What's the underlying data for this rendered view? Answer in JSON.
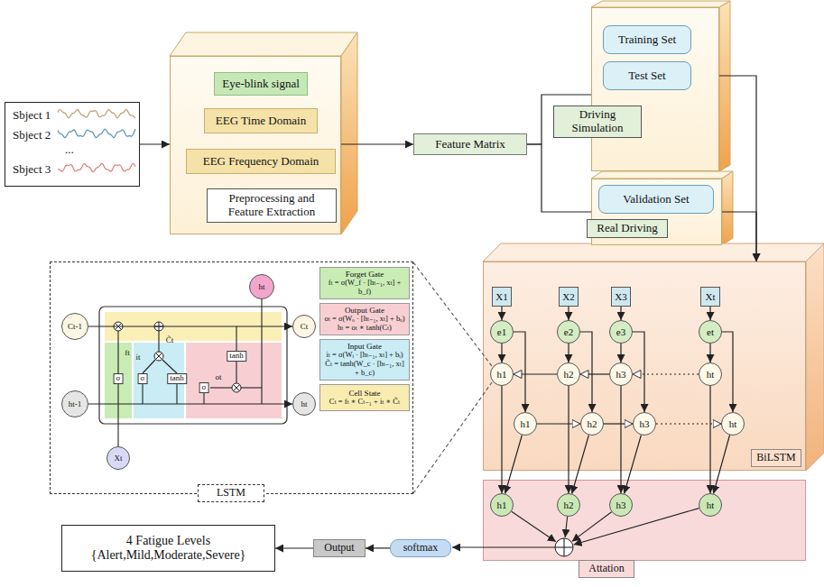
{
  "diagram": {
    "nodes": [
      {
        "text": [
          "Sbject 1",
          "Sbject 2",
          "...",
          "Sbject 3"
        ]
      },
      {
        "text": [
          "Preprocessing and Feature Extraction"
        ]
      },
      {
        "text": [
          "Eye-blink signal"
        ],
        "in": 1
      },
      {
        "text": [
          "EEG Time Domain"
        ],
        "in": 1
      },
      {
        "text": [
          "EEG Frequency Domain"
        ],
        "in": 1
      },
      {
        "text": [
          "Feature Matrix"
        ]
      },
      {
        "text": [
          "Driving Simulation"
        ]
      },
      {
        "text": [
          "Training Set"
        ],
        "in": 6
      },
      {
        "text": [
          "Test Set"
        ],
        "in": 6
      },
      {
        "text": [
          "Real Driving"
        ]
      },
      {
        "text": [
          "Validation Set"
        ],
        "in": 9
      },
      {
        "text": [
          "LSTM"
        ]
      },
      {
        "text": [
          "Ct-1"
        ],
        "in": 11
      },
      {
        "text": [
          "ht-1"
        ],
        "in": 11
      },
      {
        "text": [
          "Xt"
        ],
        "in": 11
      },
      {
        "text": [
          "ht"
        ],
        "in": 11
      },
      {
        "text": [
          "Ct"
        ],
        "in": 11
      },
      {
        "text": [
          "ht"
        ],
        "in": 11
      },
      {
        "text": [
          "Forget Gate",
          "fₜ = σ(W_f · [hₜ₋₁, xₜ] + b_f)"
        ],
        "in": 11
      },
      {
        "text": [
          "Output Gate",
          "oₜ = σ(Wₒ · [hₜ₋₁, xₜ] + bₒ)",
          "hₜ = oₜ ∗ tanh(Cₜ)"
        ],
        "in": 11
      },
      {
        "text": [
          "Input Gate",
          "iₜ = σ(Wᵢ · [hₜ₋₁, xₜ] + bᵢ)",
          "C̃ₜ = tanh(W_c · [hₜ₋₁, xₜ] + b_c)"
        ],
        "in": 11
      },
      {
        "text": [
          "Cell State",
          "Cₜ = fₜ ∗ Cₜ₋₁ + iₜ ∗ C̃ₜ"
        ],
        "in": 11
      },
      {
        "text": [
          "BiLSTM"
        ]
      },
      {
        "text": [
          "X1"
        ],
        "in": 22
      },
      {
        "text": [
          "X2"
        ],
        "in": 22
      },
      {
        "text": [
          "X3"
        ],
        "in": 22
      },
      {
        "text": [
          "Xt"
        ],
        "in": 22
      },
      {
        "text": [
          "e1"
        ],
        "in": 22
      },
      {
        "text": [
          "e2"
        ],
        "in": 22
      },
      {
        "text": [
          "e3"
        ],
        "in": 22
      },
      {
        "text": [
          "et"
        ],
        "in": 22
      },
      {
        "text": [
          "h1"
        ],
        "in": 22
      },
      {
        "text": [
          "h2"
        ],
        "in": 22
      },
      {
        "text": [
          "h3"
        ],
        "in": 22
      },
      {
        "text": [
          "ht"
        ],
        "in": 22
      },
      {
        "text": [
          "h1"
        ],
        "in": 22
      },
      {
        "text": [
          "h2"
        ],
        "in": 22
      },
      {
        "text": [
          "h3"
        ],
        "in": 22
      },
      {
        "text": [
          "ht"
        ],
        "in": 22
      },
      {
        "text": [
          "Attation"
        ]
      },
      {
        "text": [
          "h1"
        ],
        "in": 39
      },
      {
        "text": [
          "h2"
        ],
        "in": 39
      },
      {
        "text": [
          "h3"
        ],
        "in": 39
      },
      {
        "text": [
          "ht"
        ],
        "in": 39
      },
      {
        "text": [
          "softmax"
        ]
      },
      {
        "text": [
          "Output"
        ]
      },
      {
        "text": [
          "4 Fatigue Levels {Alert,Mild,Moderate,Severe}"
        ]
      }
    ],
    "edges": [
      {
        "from": 0,
        "to": 1,
        "arrow": "to"
      },
      {
        "from": 1,
        "to": 5,
        "arrow": "to"
      },
      {
        "from": 5,
        "to": 6,
        "arrow": "none"
      },
      {
        "from": 5,
        "to": 9,
        "arrow": "none"
      },
      {
        "from": 6,
        "to": 22,
        "arrow": "to"
      },
      {
        "from": 9,
        "to": 22,
        "arrow": "to"
      },
      {
        "from": 12,
        "to": 16,
        "arrow": "to"
      },
      {
        "from": 13,
        "to": 17,
        "arrow": "to"
      },
      {
        "from": 23,
        "to": 27,
        "arrow": "to"
      },
      {
        "from": 24,
        "to": 28,
        "arrow": "to"
      },
      {
        "from": 25,
        "to": 29,
        "arrow": "to"
      },
      {
        "from": 26,
        "to": 30,
        "arrow": "to"
      },
      {
        "from": 27,
        "to": 31,
        "arrow": "to"
      },
      {
        "from": 28,
        "to": 32,
        "arrow": "to"
      },
      {
        "from": 29,
        "to": 33,
        "arrow": "to"
      },
      {
        "from": 30,
        "to": 34,
        "arrow": "to"
      },
      {
        "from": 27,
        "to": 35,
        "arrow": "to"
      },
      {
        "from": 28,
        "to": 36,
        "arrow": "to"
      },
      {
        "from": 29,
        "to": 37,
        "arrow": "to"
      },
      {
        "from": 30,
        "to": 38,
        "arrow": "to"
      },
      {
        "from": 32,
        "to": 31,
        "arrow": "to"
      },
      {
        "from": 33,
        "to": 32,
        "arrow": "to"
      },
      {
        "from": 34,
        "to": 33,
        "arrow": "to"
      },
      {
        "from": 35,
        "to": 36,
        "arrow": "to"
      },
      {
        "from": 36,
        "to": 37,
        "arrow": "to"
      },
      {
        "from": 37,
        "to": 38,
        "arrow": "to"
      },
      {
        "from": 31,
        "to": 40,
        "arrow": "to"
      },
      {
        "from": 32,
        "to": 41,
        "arrow": "to"
      },
      {
        "from": 33,
        "to": 42,
        "arrow": "to"
      },
      {
        "from": 34,
        "to": 43,
        "arrow": "to"
      },
      {
        "from": 35,
        "to": 40,
        "arrow": "to"
      },
      {
        "from": 36,
        "to": 41,
        "arrow": "to"
      },
      {
        "from": 37,
        "to": 42,
        "arrow": "to"
      },
      {
        "from": 38,
        "to": 43,
        "arrow": "to"
      },
      {
        "from": 44,
        "to": 45,
        "arrow": "to"
      },
      {
        "from": 45,
        "to": 46,
        "arrow": "to"
      }
    ],
    "labels": [
      "ft",
      "σ",
      "it",
      "σ",
      "tanh",
      "C̃t",
      "σ",
      "ot",
      "tanh"
    ]
  }
}
